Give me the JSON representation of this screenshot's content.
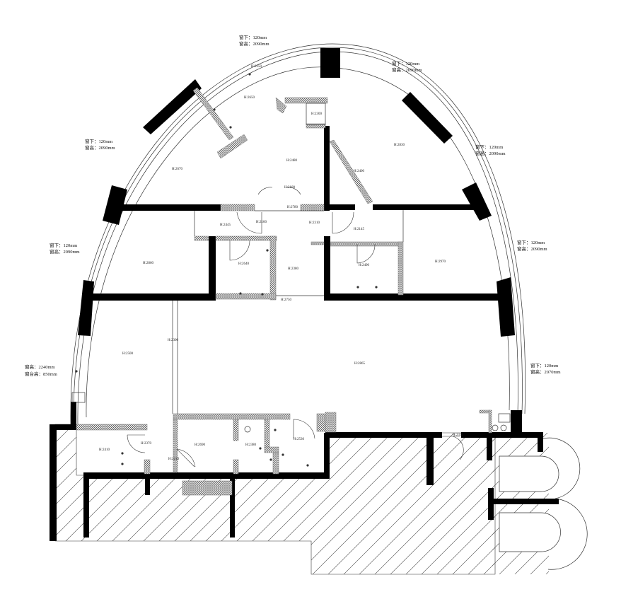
{
  "title": "Floor plan",
  "window_notes": [
    {
      "line1": "窗下：120mm",
      "line2": "窗高：2090mm"
    },
    {
      "line1": "窗下：120mm",
      "line2": "窗高：2090mm"
    },
    {
      "line1": "窗下：120mm",
      "line2": "窗高：2090mm"
    },
    {
      "line1": "窗下：120mm",
      "line2": "窗高：2090mm"
    },
    {
      "line1": "窗下：120mm",
      "line2": "窗高：2090mm"
    },
    {
      "line1": "窗下：120mm",
      "line2": "窗高：2090mm"
    },
    {
      "line1": "窗高：2240mm",
      "line2": "窗台高：850mm"
    },
    {
      "line1": "窗下：120mm",
      "line2": "窗高：2070mm"
    }
  ],
  "heights": [
    "H:2250",
    "H:2650",
    "H:2300",
    "H:2670",
    "H:2480",
    "H:2100",
    "H:2830",
    "H:2400",
    "H:2780",
    "H:2445",
    "H:2100",
    "H:2310",
    "H:2145",
    "H:2860",
    "H:2640",
    "H:2380",
    "H:2490",
    "H:2970",
    "H:2750",
    "H:2500",
    "H:2300",
    "H:2865",
    "H:2410",
    "H:2370",
    "H:2690",
    "H:2210",
    "H:2380",
    "H:2530",
    "H:2335"
  ]
}
